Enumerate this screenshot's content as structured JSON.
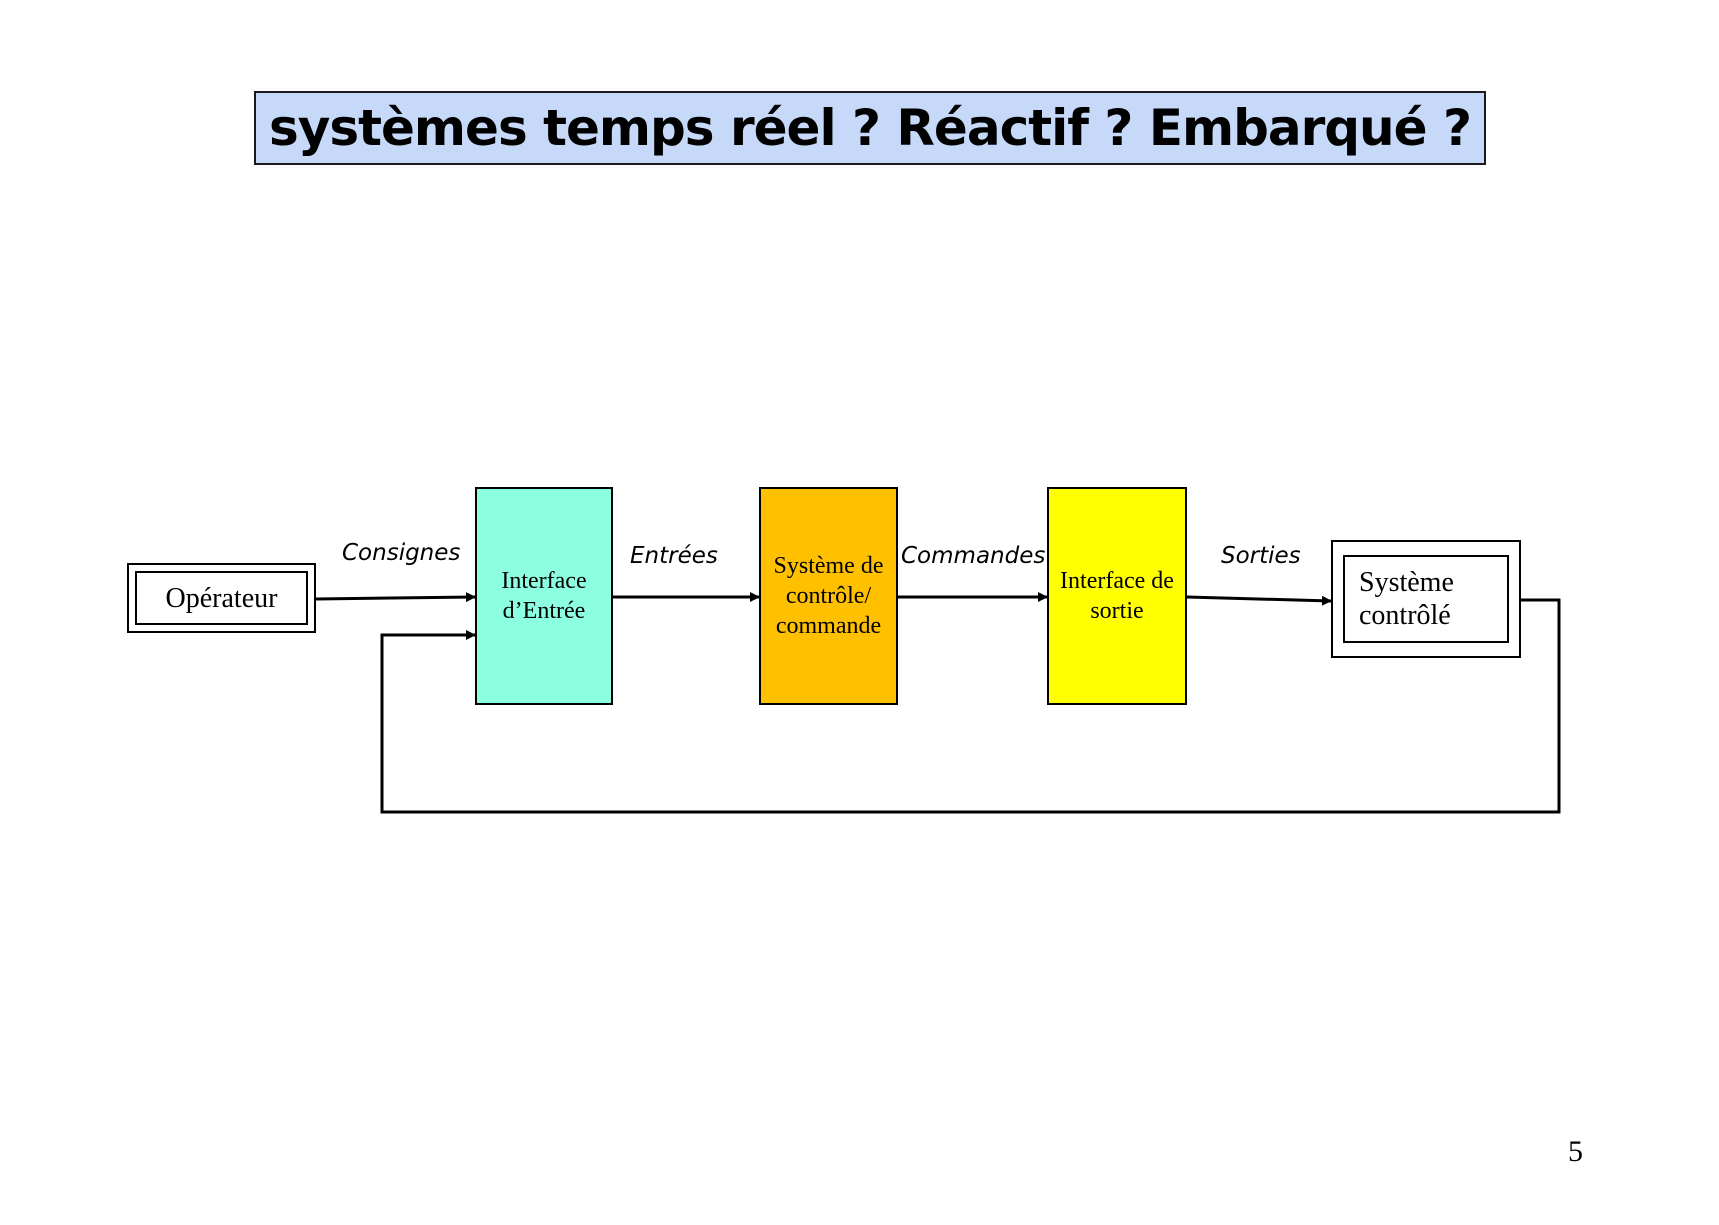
{
  "title": "systèmes temps réel ? Réactif ? Embarqué ?",
  "nodes": {
    "operateur": "Opérateur",
    "interface_entree": "Interface\nd’Entrée",
    "systeme_controle": "Système de\ncontrôle/\ncommande",
    "interface_sortie": "Interface de\nsortie",
    "systeme_controle_final": "Système\ncontrôlé"
  },
  "edges": {
    "consignes": "Consignes",
    "entrees": "Entrées",
    "commandes": "Commandes",
    "sorties": "Sorties"
  },
  "colors": {
    "title_bg": "#c6d9f8",
    "interface_entree": "#8cffe0",
    "systeme_controle": "#ffc000",
    "interface_sortie": "#ffff00"
  },
  "page_number": "5"
}
